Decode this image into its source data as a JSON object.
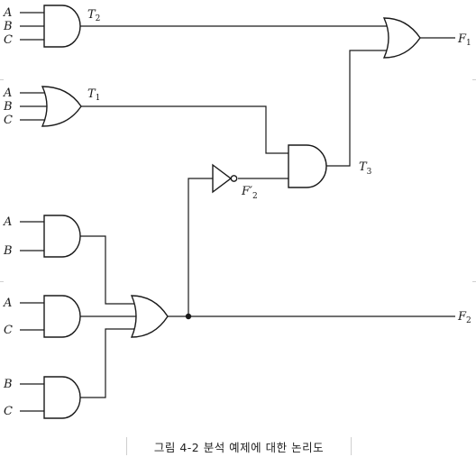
{
  "caption": "그림 4-2  분석 예제에 대한 논리도",
  "signals": {
    "a": "A",
    "b": "B",
    "c": "C",
    "t2": "T",
    "t2_sub": "2",
    "t1": "T",
    "t1_sub": "1",
    "t3": "T",
    "t3_sub": "3",
    "f1": "F",
    "f1_sub": "1",
    "f2": "F",
    "f2_sub": "2",
    "f2p": "F′",
    "f2p_sub": "2"
  }
}
